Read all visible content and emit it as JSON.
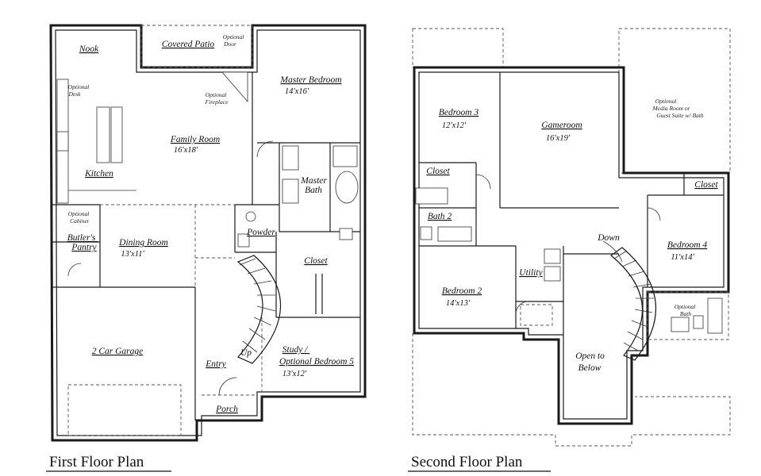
{
  "titles": {
    "first": "First Floor Plan",
    "second": "Second Floor Plan"
  },
  "first_floor": {
    "nook": "Nook",
    "covered_patio": "Covered Patio",
    "optional_door": [
      "Optional",
      "Door"
    ],
    "optional_desk": [
      "Optional",
      "Desk"
    ],
    "optional_fireplace": [
      "Optional",
      "Fireplace"
    ],
    "family_room": {
      "name": "Family Room",
      "dim": "16'x18'"
    },
    "master_bedroom": {
      "name": "Master Bedroom",
      "dim": "14'x16'"
    },
    "kitchen": "Kitchen",
    "master_bath": [
      "Master",
      "Bath"
    ],
    "optional_cabinet": [
      "Optional",
      "Cabinet"
    ],
    "butlers_pantry": [
      "Butler's",
      "Pantry"
    ],
    "dining_room": {
      "name": "Dining Room",
      "dim": "13'x11'"
    },
    "powder": "Powder",
    "closet": "Closet",
    "garage": "2 Car Garage",
    "entry": "Entry",
    "up": "Up",
    "study": {
      "name": [
        "Study /",
        "Optional Bedroom 5"
      ],
      "dim": "13'x12'"
    },
    "porch": "Porch"
  },
  "second_floor": {
    "bedroom3": {
      "name": "Bedroom 3",
      "dim": "12'x12'"
    },
    "gameroom": {
      "name": "Gameroom",
      "dim": "16'x19'"
    },
    "optional_media": [
      "Optional",
      "Media Room or",
      "Guest Suite w/ Bath"
    ],
    "closet_a": "Closet",
    "closet_b": "Closet",
    "bath2": "Bath 2",
    "down": "Down",
    "bedroom4": {
      "name": "Bedroom 4",
      "dim": "11'x14'"
    },
    "utility": "Utility",
    "bedroom2": {
      "name": "Bedroom 2",
      "dim": "14'x13'"
    },
    "optional_bath": [
      "Optional",
      "Bath"
    ],
    "open_below": [
      "Open to",
      "Below"
    ]
  }
}
